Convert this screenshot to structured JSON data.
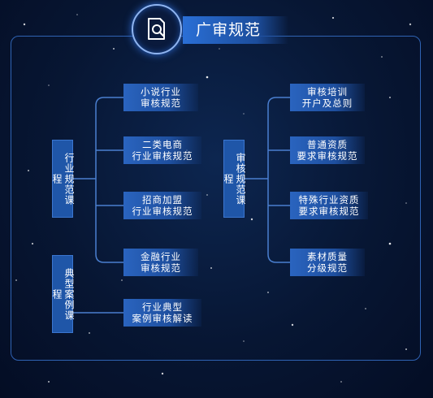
{
  "title": "广审规范",
  "icon": "document-search-icon",
  "colors": {
    "accent": "#2a6fd6",
    "line": "#4a7fd0",
    "background": "#071633"
  },
  "left_groups": [
    {
      "label": "行业规范课程"
    },
    {
      "label": "典型案例课程"
    }
  ],
  "right_group": {
    "label": "审核规范课程"
  },
  "left_items": [
    {
      "label": "小说行业\n审核规范"
    },
    {
      "label": "二类电商\n行业审核规范"
    },
    {
      "label": "招商加盟\n行业审核规范"
    },
    {
      "label": "金融行业\n审核规范"
    },
    {
      "label": "行业典型\n案例审核解读"
    }
  ],
  "right_items": [
    {
      "label": "审核培训\n开户及总则"
    },
    {
      "label": "普通资质\n要求审核规范"
    },
    {
      "label": "特殊行业资质\n要求审核规范"
    },
    {
      "label": "素材质量\n分级规范"
    }
  ]
}
